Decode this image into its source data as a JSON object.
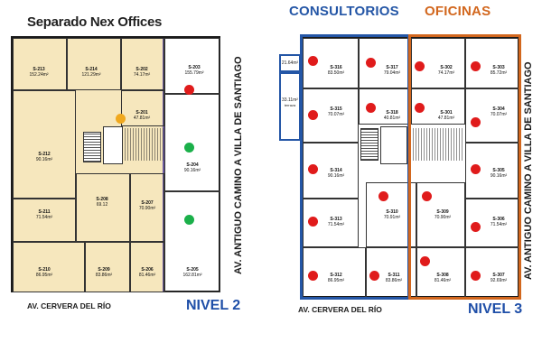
{
  "left_plan": {
    "title": "Separado Nex Offices",
    "level": "NIVEL 2",
    "street_bottom": "AV. CERVERA DEL RÍO",
    "street_side": "AV. ANTIGUO CAMINO A VILLA DE SANTIAGO",
    "rooms": [
      {
        "id": "S-213",
        "area": "152.24m²"
      },
      {
        "id": "S-214",
        "area": "121.29m²"
      },
      {
        "id": "S-202",
        "area": "74.17m²"
      },
      {
        "id": "S-203",
        "area": "155.79m²"
      },
      {
        "id": "S-201",
        "area": "47.81m²"
      },
      {
        "id": "S-212",
        "area": "90.16m²"
      },
      {
        "id": "S-204",
        "area": "90.16m²"
      },
      {
        "id": "S-208",
        "area": "69.12"
      },
      {
        "id": "S-207",
        "area": "70.90m²"
      },
      {
        "id": "S-211",
        "area": "71.54m²"
      },
      {
        "id": "S-210",
        "area": "86.95m²"
      },
      {
        "id": "S-209",
        "area": "83.86m²"
      },
      {
        "id": "S-206",
        "area": "81.46m²"
      },
      {
        "id": "S-205",
        "area": "162.81m²"
      }
    ]
  },
  "right_plan": {
    "category_left": "CONSULTORIOS",
    "category_right": "OFICINAS",
    "level": "NIVEL 3",
    "street_bottom": "AV. CERVERA DEL RÍO",
    "street_side": "AV. ANTIGUO CAMINO A VILLA DE SANTIAGO",
    "terrace_area": "21.64m²",
    "terrace2_area": "33.11m²",
    "terrace2_label": "terraza",
    "rooms": [
      {
        "id": "S-316",
        "area": "83.50m²"
      },
      {
        "id": "S-317",
        "area": "79.04m²"
      },
      {
        "id": "S-302",
        "area": "74.17m²"
      },
      {
        "id": "S-303",
        "area": "85.72m²"
      },
      {
        "id": "S-315",
        "area": "70.07m²"
      },
      {
        "id": "S-318",
        "area": "40.81m²"
      },
      {
        "id": "S-301",
        "area": "47.81m²"
      },
      {
        "id": "S-304",
        "area": "70.07m²"
      },
      {
        "id": "S-314",
        "area": "90.16m²"
      },
      {
        "id": "S-305",
        "area": "90.16m²"
      },
      {
        "id": "S-313",
        "area": "71.54m²"
      },
      {
        "id": "S-310",
        "area": "70.91m²"
      },
      {
        "id": "S-309",
        "area": "70.90m²"
      },
      {
        "id": "S-306",
        "area": "71.54m²"
      },
      {
        "id": "S-312",
        "area": "86.95m²"
      },
      {
        "id": "S-311",
        "area": "83.86m²"
      },
      {
        "id": "S-308",
        "area": "81.46m²"
      },
      {
        "id": "S-307",
        "area": "92.69m²"
      }
    ]
  },
  "colors": {
    "selected_fill": "#f6e7bd",
    "consultorios": "#2456a6",
    "oficinas": "#d2671e",
    "available": "#e01b1b",
    "reserved": "#1bb04a",
    "highlight": "#f0a81e"
  }
}
